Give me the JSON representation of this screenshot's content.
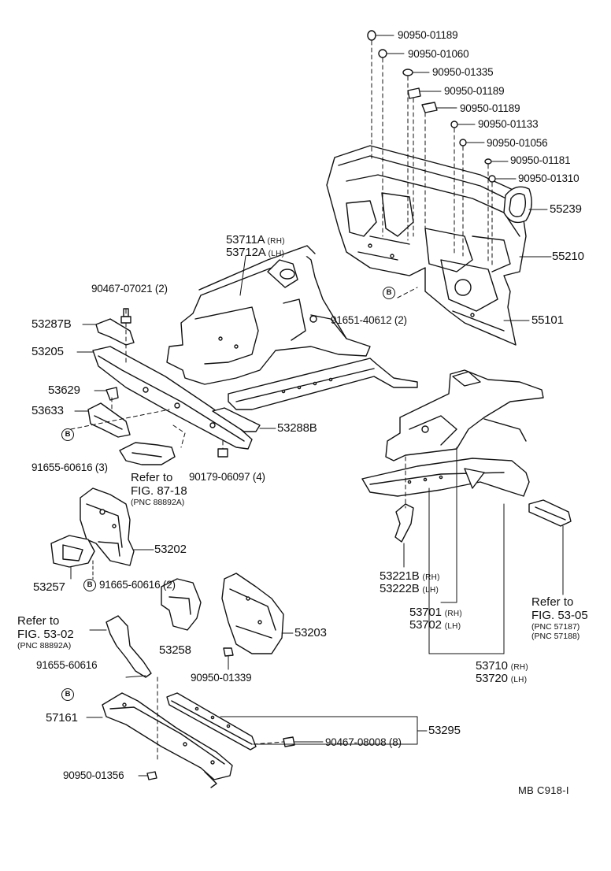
{
  "labels": {
    "p90950_01189_a": "90950-01189",
    "p90950_01060": "90950-01060",
    "p90950_01335": "90950-01335",
    "p90950_01189_b": "90950-01189",
    "p90950_01189_c": "90950-01189",
    "p90950_01133": "90950-01133",
    "p90950_01056": "90950-01056",
    "p90950_01181": "90950-01181",
    "p90950_01310": "90950-01310",
    "p55239": "55239",
    "p55210": "55210",
    "p55101": "55101",
    "p91651_40612": "91651-40612 (2)",
    "p53711A": "53711A",
    "p53712A": "53712A",
    "rh": "(RH)",
    "lh": "(LH)",
    "p90467_07021": "90467-07021 (2)",
    "p53287B": "53287B",
    "p53205": "53205",
    "p53629": "53629",
    "p53633": "53633",
    "p53288B": "53288B",
    "p91655_60616_3": "91655-60616 (3)",
    "p90179_06097": "90179-06097 (4)",
    "p53202": "53202",
    "p53257": "53257",
    "p91665_60616": "91665-60616 (2)",
    "p53258": "53258",
    "p53203": "53203",
    "p90950_01339": "90950-01339",
    "p91655_60616": "91655-60616",
    "p57161": "57161",
    "p90950_01356": "90950-01356",
    "p90467_08008": "90467-08008 (8)",
    "p53295": "53295",
    "p53221B": "53221B",
    "p53222B": "53222B",
    "p53701": "53701",
    "p53702": "53702",
    "p53710": "53710",
    "p53720": "53720",
    "b": "B"
  },
  "notes": {
    "fig87_line1": "Refer to",
    "fig87_line2": "FIG. 87-18",
    "fig87_pnc": "(PNC 88892A)",
    "fig5302_line1": "Refer to",
    "fig5302_line2": "FIG. 53-02",
    "fig5302_pnc": "(PNC 88892A)",
    "fig5305_line1": "Refer to",
    "fig5305_line2": "FIG. 53-05",
    "fig5305_pnc1": "(PNC 57187)",
    "fig5305_pnc2": "(PNC 57188)"
  },
  "footer": {
    "code": "MB  C918-I"
  }
}
